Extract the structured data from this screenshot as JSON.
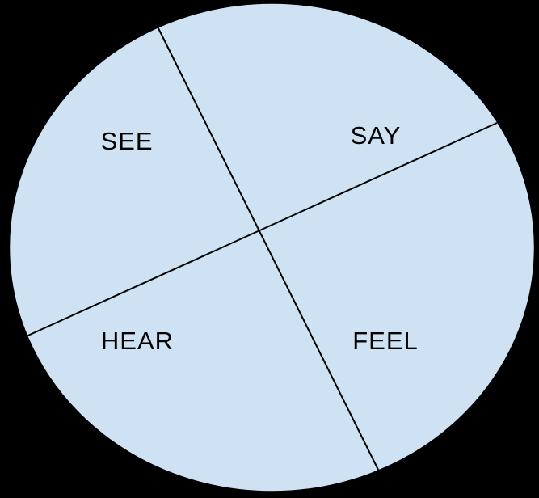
{
  "diagram": {
    "background_color": "#000000",
    "circle_fill": "#cfe2f3",
    "circle_stroke": "#000000",
    "line_color": "#000000",
    "text_color": "#000000",
    "labels": {
      "top_left": "SEE",
      "top_right": "SAY",
      "bottom_left": "HEAR",
      "bottom_right": "FEEL"
    }
  }
}
